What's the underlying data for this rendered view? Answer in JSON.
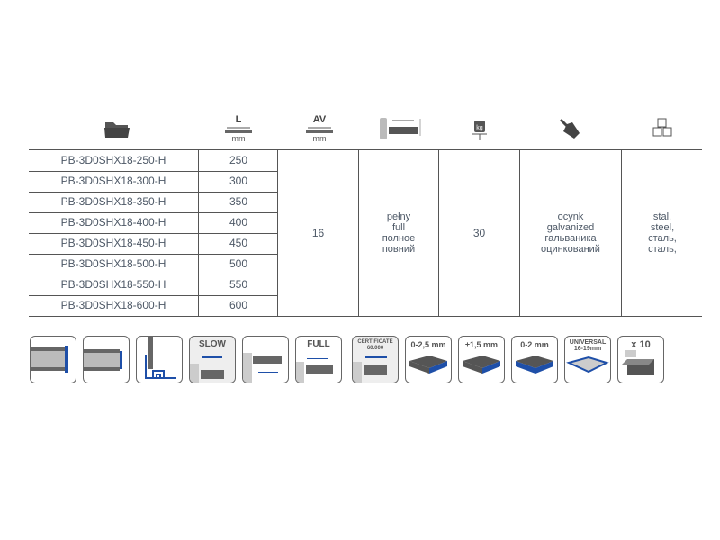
{
  "header_icons": [
    "folder-icon",
    "length-icon",
    "drawer-depth-icon",
    "extension-icon",
    "load-capacity-icon",
    "finish-brush-icon",
    "material-cubes-icon"
  ],
  "header": {
    "length_label": "L",
    "length_unit": "mm",
    "av_label": "AV",
    "av_unit": "mm",
    "load_unit": "kg"
  },
  "rows": [
    {
      "code": "PB-3D0SHX18-250-H",
      "length": "250"
    },
    {
      "code": "PB-3D0SHX18-300-H",
      "length": "300"
    },
    {
      "code": "PB-3D0SHX18-350-H",
      "length": "350"
    },
    {
      "code": "PB-3D0SHX18-400-H",
      "length": "400"
    },
    {
      "code": "PB-3D0SHX18-450-H",
      "length": "450"
    },
    {
      "code": "PB-3D0SHX18-500-H",
      "length": "500"
    },
    {
      "code": "PB-3D0SHX18-550-H",
      "length": "550"
    },
    {
      "code": "PB-3D0SHX18-600-H",
      "length": "600"
    }
  ],
  "av": "16",
  "extension": [
    "pełny",
    "full",
    "полное",
    "повний"
  ],
  "load": "30",
  "finish": [
    "ocynk",
    "galvanized",
    "гальваника",
    "оцинкований"
  ],
  "material": [
    "stal,",
    "steel,",
    "сталь,",
    "сталь,"
  ],
  "badges": [
    "",
    "",
    "",
    "SLOW",
    "",
    "FULL",
    "CERTIFICATE 60.000",
    "0-2,5 mm",
    "±1,5 mm",
    "0-2 mm",
    "UNIVERSAL 16-19mm",
    "x 10"
  ],
  "colors": {
    "accent": "#1e4fa8",
    "text": "#4d5866",
    "line": "#555555"
  }
}
